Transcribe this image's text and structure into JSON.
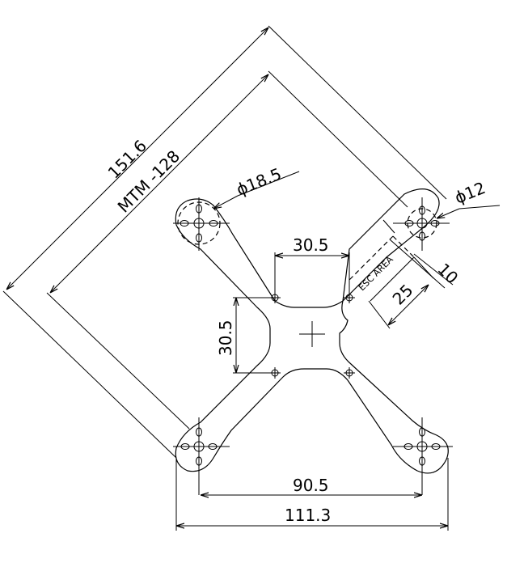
{
  "dimensions": {
    "diagonal_outer": "151.6",
    "diagonal_inner": "MTM -128",
    "motor_hole_dia": "ϕ18.5",
    "hole_dia_small": "ϕ12",
    "center_spacing_h": "30.5",
    "center_spacing_v": "30.5",
    "esc_width": "10",
    "esc_length": "25",
    "motor_spacing": "90.5",
    "overall_width": "111.3"
  },
  "labels": {
    "esc_area": "ESC AREA"
  }
}
